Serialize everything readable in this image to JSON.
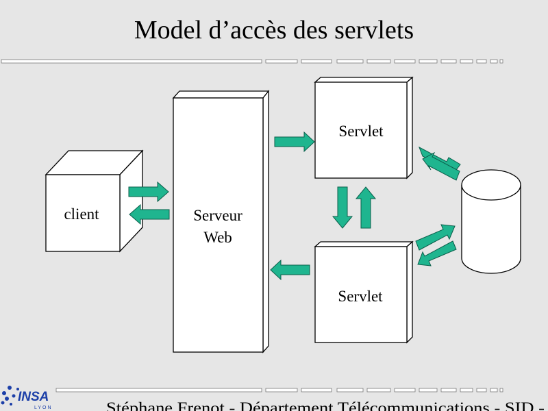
{
  "title": "Model d’accès des servlets",
  "labels": {
    "client": "client",
    "serveur_line1": "Serveur",
    "serveur_line2": "Web",
    "servlet_top": "Servlet",
    "servlet_bottom": "Servlet"
  },
  "footer": {
    "text": "Stéphane Frenot - Département Télécommunications - SID -",
    "logo_text": "INSA",
    "logo_subtext": "LYON"
  },
  "colors": {
    "background": "#e6e6e6",
    "arrow": "#1fb58f",
    "logo": "#1c3fa8"
  }
}
